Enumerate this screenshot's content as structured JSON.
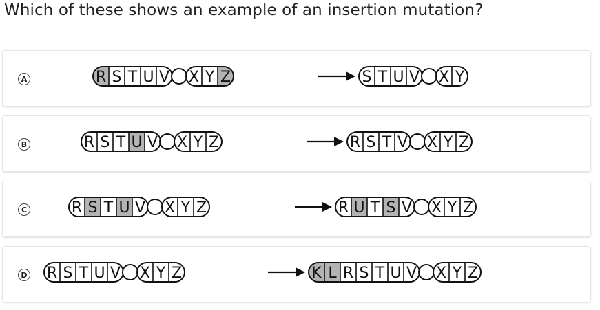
{
  "question": "Which of these shows an example of an insertion mutation?",
  "choices": [
    {
      "letter": "A",
      "before": {
        "left": [
          "R",
          "S",
          "T",
          "U",
          "V"
        ],
        "right": [
          "X",
          "Y",
          "Z"
        ],
        "shaded": [
          0,
          7
        ]
      },
      "after": {
        "left": [
          "S",
          "T",
          "U",
          "V"
        ],
        "right": [
          "X",
          "Y"
        ],
        "shaded": []
      }
    },
    {
      "letter": "B",
      "before": {
        "left": [
          "R",
          "S",
          "T",
          "U",
          "V"
        ],
        "right": [
          "X",
          "Y",
          "Z"
        ],
        "shaded": [
          3
        ]
      },
      "after": {
        "left": [
          "R",
          "S",
          "T",
          "V"
        ],
        "right": [
          "X",
          "Y",
          "Z"
        ],
        "shaded": []
      }
    },
    {
      "letter": "C",
      "before": {
        "left": [
          "R",
          "S",
          "T",
          "U",
          "V"
        ],
        "right": [
          "X",
          "Y",
          "Z"
        ],
        "shaded": [
          1,
          3
        ]
      },
      "after": {
        "left": [
          "R",
          "U",
          "T",
          "S",
          "V"
        ],
        "right": [
          "X",
          "Y",
          "Z"
        ],
        "shaded": [
          1,
          3
        ]
      }
    },
    {
      "letter": "D",
      "before": {
        "left": [
          "R",
          "S",
          "T",
          "U",
          "V"
        ],
        "right": [
          "X",
          "Y",
          "Z"
        ],
        "shaded": []
      },
      "after": {
        "left": [
          "K",
          "L",
          "R",
          "S",
          "T",
          "U",
          "V"
        ],
        "right": [
          "X",
          "Y",
          "Z"
        ],
        "shaded": [
          0,
          1
        ]
      }
    }
  ],
  "colors": {
    "shade": "#b3b3b3",
    "stroke": "#111111",
    "text": "#222222"
  }
}
